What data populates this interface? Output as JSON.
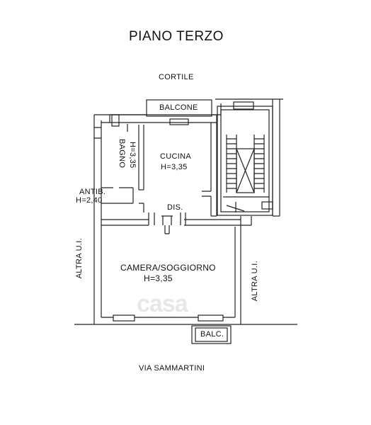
{
  "plan": {
    "title": "PIANO TERZO",
    "top_label": "CORTILE",
    "bottom_label": "VIA SAMMARTINI",
    "rooms": {
      "balcone_top": "BALCONE",
      "cucina": "CUCINA",
      "cucina_h": "H=3,35",
      "bagno": "BAGNO",
      "bagno_h": "H=3,35",
      "antib": "ANTIB.",
      "antib_h": "H=2,40",
      "dis": "DIS.",
      "camera": "CAMERA/SOGGIORNO",
      "camera_h": "H=3,35",
      "balc_bottom": "BALC."
    },
    "adjacent_left": "ALTRA U.I.",
    "adjacent_right": "ALTRA U.I.",
    "watermark": "casa"
  }
}
